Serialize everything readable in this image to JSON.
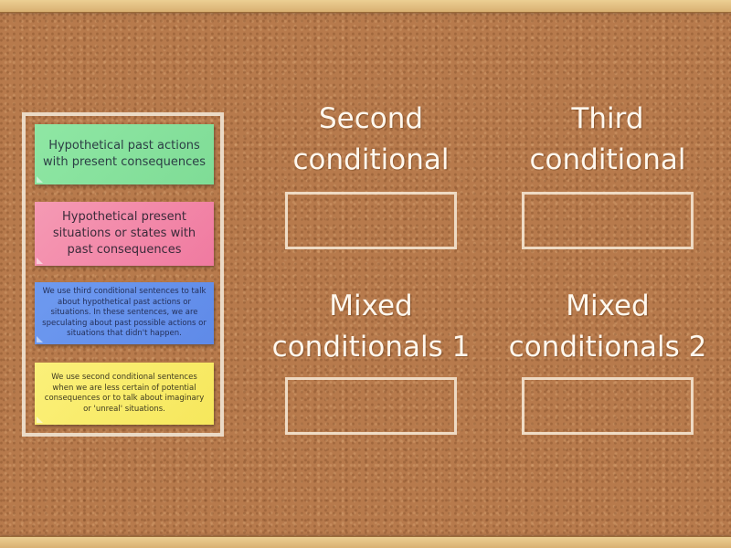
{
  "pool": {
    "cards": [
      {
        "id": "green",
        "text": "Hypothetical past actions with present consequences",
        "color": "#86e29c"
      },
      {
        "id": "pink",
        "text": "Hypothetical present situations or states with past consequences",
        "color": "#f28aab"
      },
      {
        "id": "blue",
        "text": "We use third conditional sentences to talk about hypothetical past actions or situations. In these sentences, we are speculating about past possible actions or situations that didn't happen.",
        "color": "#6792ec"
      },
      {
        "id": "yellow",
        "text": "We use second conditional sentences when we are less certain of potential consequences or to talk about imaginary or 'unreal' situations.",
        "color": "#f8eb6a"
      }
    ]
  },
  "zones": [
    {
      "title": "Second conditional"
    },
    {
      "title": "Third conditional"
    },
    {
      "title": "Mixed conditionals 1"
    },
    {
      "title": "Mixed conditionals 2"
    }
  ]
}
